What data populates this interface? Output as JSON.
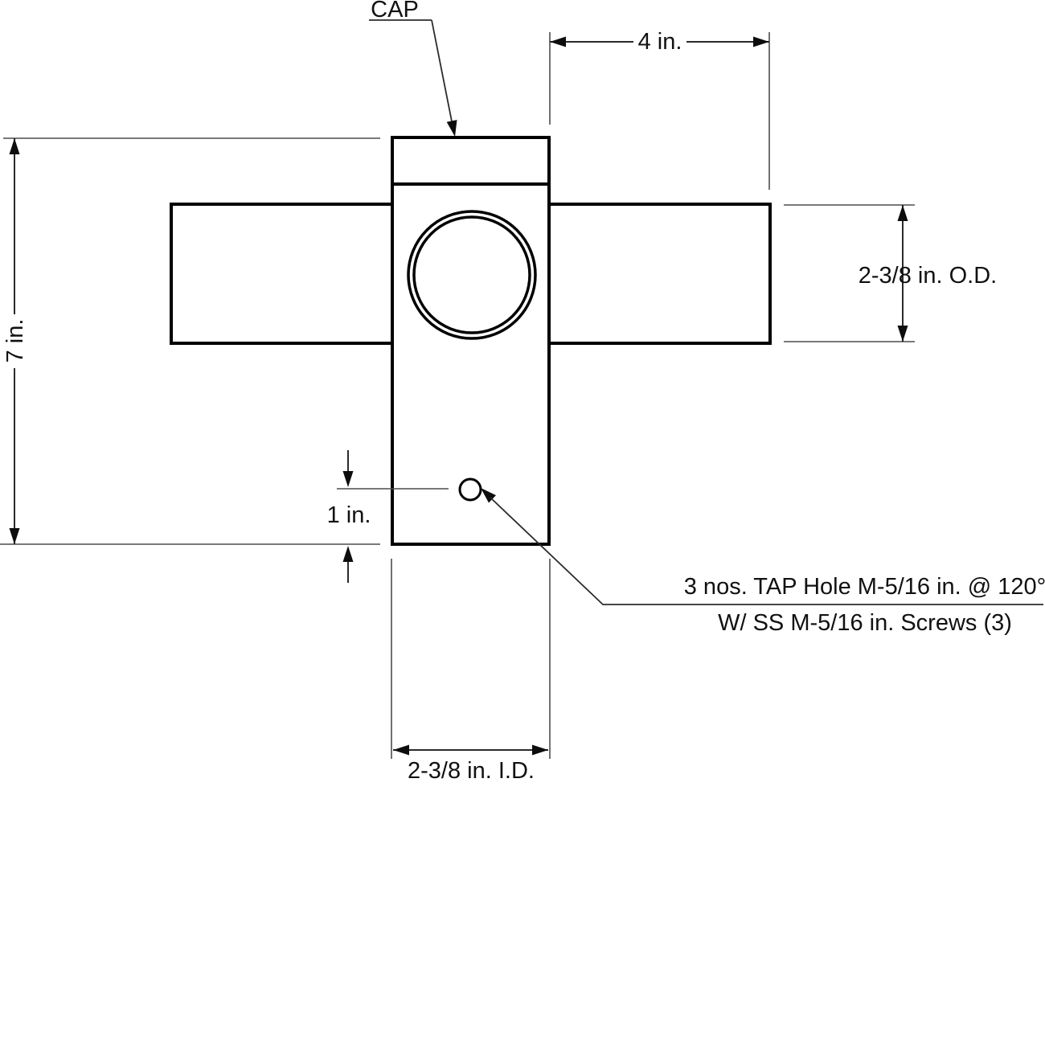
{
  "labels": {
    "cap": "CAP",
    "dim_width_top": "4 in.",
    "dim_height_left": "7 in.",
    "dim_od_right": "2-3/8 in. O.D.",
    "dim_hole_offset": "1 in.",
    "dim_id_bottom": "2-3/8 in. I.D.",
    "tap_note_line1": "3 nos. TAP Hole M-5/16 in. @ 120°",
    "tap_note_line2": "W/ SS M-5/16 in. Screws (3)"
  },
  "colors": {
    "outline": "#000000",
    "dimension_line": "#2b2b2b",
    "extension_line": "#4d4d4d",
    "text": "#111111",
    "background": "#ffffff"
  }
}
